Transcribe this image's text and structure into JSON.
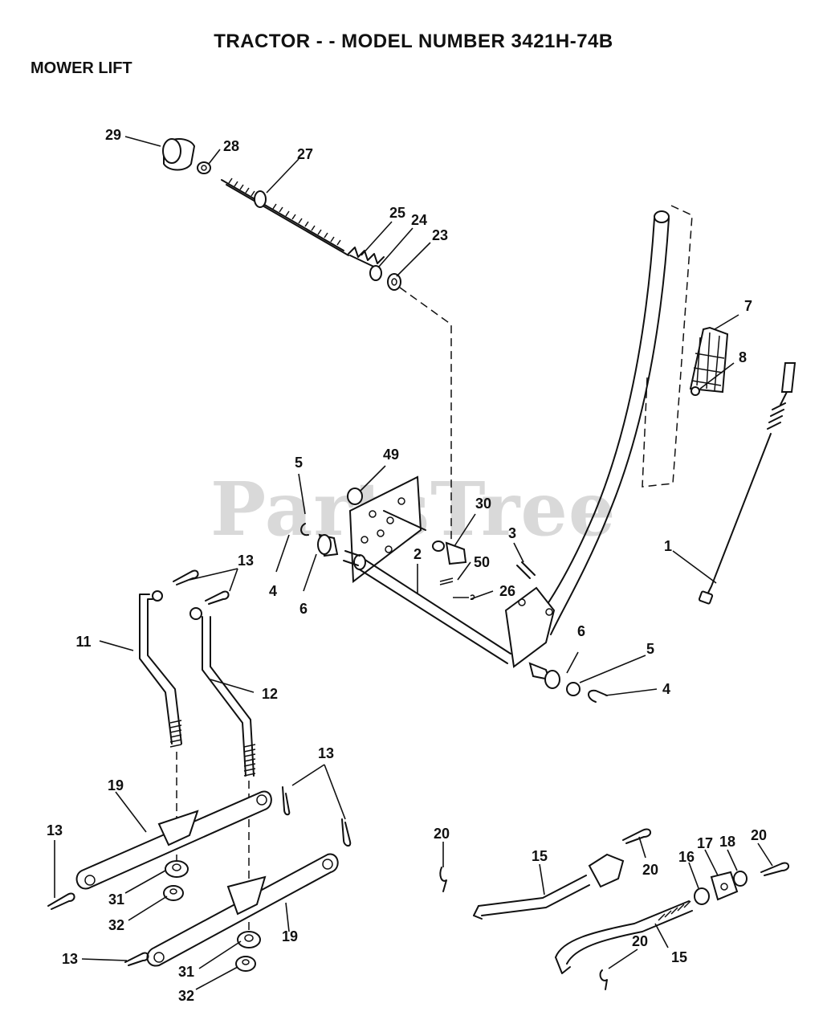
{
  "header": {
    "title": "TRACTOR - - MODEL NUMBER 3421H-74B",
    "subtitle": "MOWER LIFT"
  },
  "watermark": "PartsTree",
  "callouts": {
    "c29": "29",
    "c28": "28",
    "c27": "27",
    "c25": "25",
    "c24": "24",
    "c23": "23",
    "c7": "7",
    "c8": "8",
    "c49": "49",
    "c30": "30",
    "c5a": "5",
    "c4a": "4",
    "c6a": "6",
    "c3": "3",
    "c50": "50",
    "c2": "2",
    "c26": "26",
    "c1": "1",
    "c13a": "13",
    "c11": "11",
    "c12": "12",
    "c6b": "6",
    "c5b": "5",
    "c4b": "4",
    "c19a": "19",
    "c13b": "13",
    "c13c": "13",
    "c31a": "31",
    "c32a": "32",
    "c19b": "19",
    "c13d": "13",
    "c31b": "31",
    "c32b": "32",
    "c20a": "20",
    "c15a": "15",
    "c20b": "20",
    "c16": "16",
    "c17": "17",
    "c18": "18",
    "c20c": "20",
    "c20d": "20",
    "c15b": "15"
  }
}
